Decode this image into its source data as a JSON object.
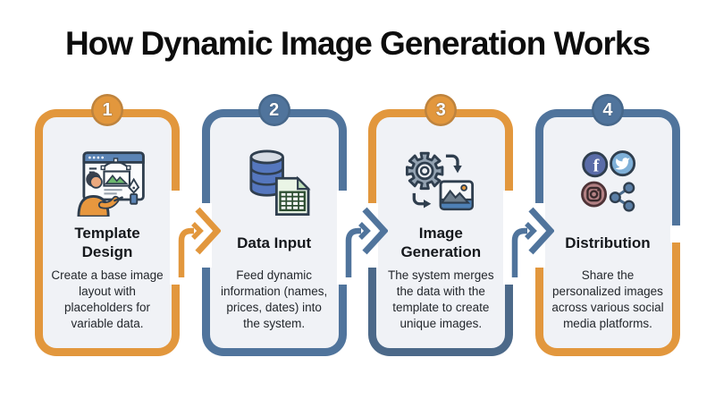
{
  "title": "How Dynamic Image Generation Works",
  "colors": {
    "orange": "#E2973D",
    "steel_blue": "#50749C",
    "slate_blue": "#4C6989",
    "card_background": "#F0F2F6",
    "page_background": "#FFFFFF",
    "title_text": "#0D0D0D",
    "body_text": "#23272C",
    "icon_outline": "#2F3E4E"
  },
  "steps": [
    {
      "number": "1",
      "title": "Template Design",
      "description": "Create a base image layout with placeholders for variable data.",
      "icon": "template-design-icon",
      "colors": {
        "top": "#E2973D",
        "bottom": "#E2973D",
        "badge": "#E2973D",
        "conn": "#E2973D"
      }
    },
    {
      "number": "2",
      "title": "Data Input",
      "description": "Feed dynamic information (names, prices, dates) into the system.",
      "icon": "data-input-icon",
      "colors": {
        "top": "#50749C",
        "bottom": "#50749C",
        "badge": "#50749C",
        "conn": "#50749C"
      }
    },
    {
      "number": "3",
      "title": "Image Generation",
      "description": "The system merges the data with the template to create unique images.",
      "icon": "image-generation-icon",
      "colors": {
        "top": "#E2973D",
        "bottom": "#4C6989",
        "badge": "#E2973D",
        "conn": "#50749C"
      }
    },
    {
      "number": "4",
      "title": "Distribution",
      "description": "Share the personalized images across various social media platforms.",
      "icon": "distribution-icon",
      "colors": {
        "top": "#50749C",
        "bottom": "#E2973D",
        "badge": "#50749C",
        "conn": "#50749C"
      }
    }
  ]
}
